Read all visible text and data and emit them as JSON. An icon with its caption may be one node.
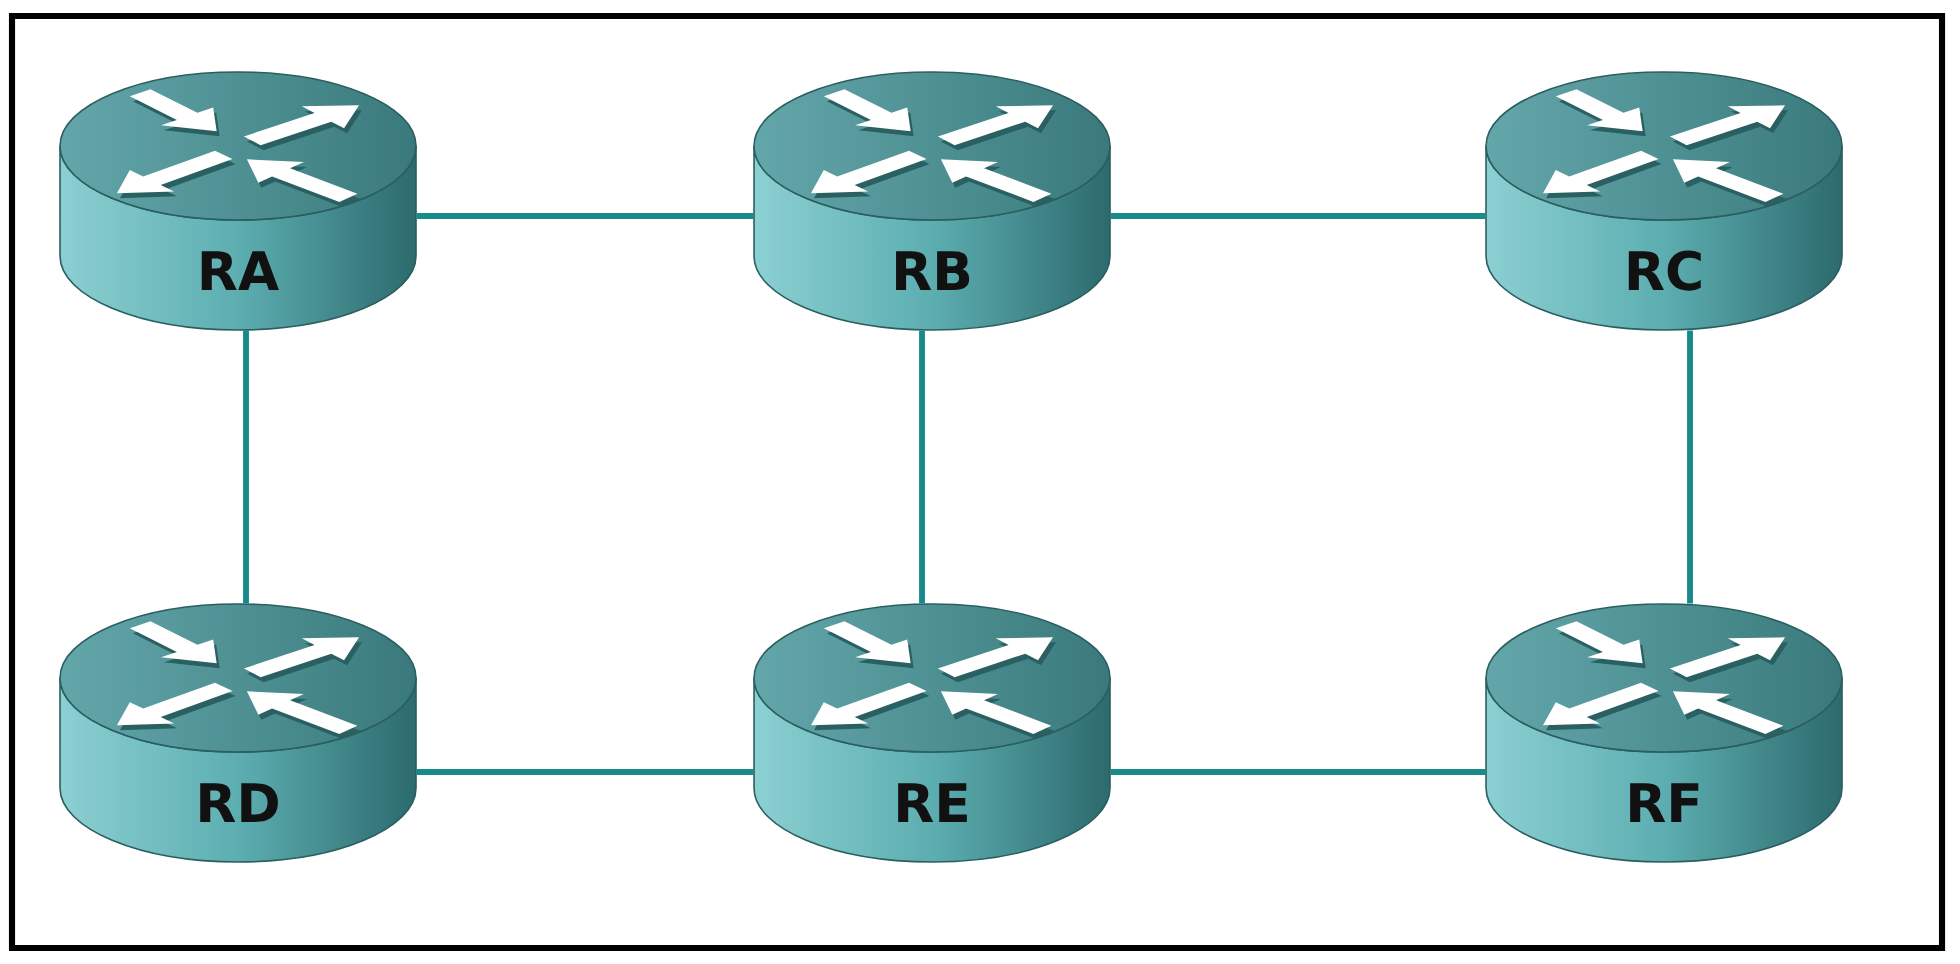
{
  "diagram": {
    "nodes": [
      {
        "text": [
          "RA"
        ]
      },
      {
        "text": [
          "RB"
        ]
      },
      {
        "text": [
          "RC"
        ]
      },
      {
        "text": [
          "RD"
        ]
      },
      {
        "text": [
          "RE"
        ]
      },
      {
        "text": [
          "RF"
        ]
      }
    ],
    "edges": [
      {
        "from": 0,
        "to": 1,
        "arrow": "none"
      },
      {
        "from": 1,
        "to": 2,
        "arrow": "none"
      },
      {
        "from": 0,
        "to": 3,
        "arrow": "none"
      },
      {
        "from": 1,
        "to": 4,
        "arrow": "none"
      },
      {
        "from": 2,
        "to": 5,
        "arrow": "none"
      },
      {
        "from": 3,
        "to": 4,
        "arrow": "none"
      },
      {
        "from": 4,
        "to": 5,
        "arrow": "none"
      }
    ]
  }
}
